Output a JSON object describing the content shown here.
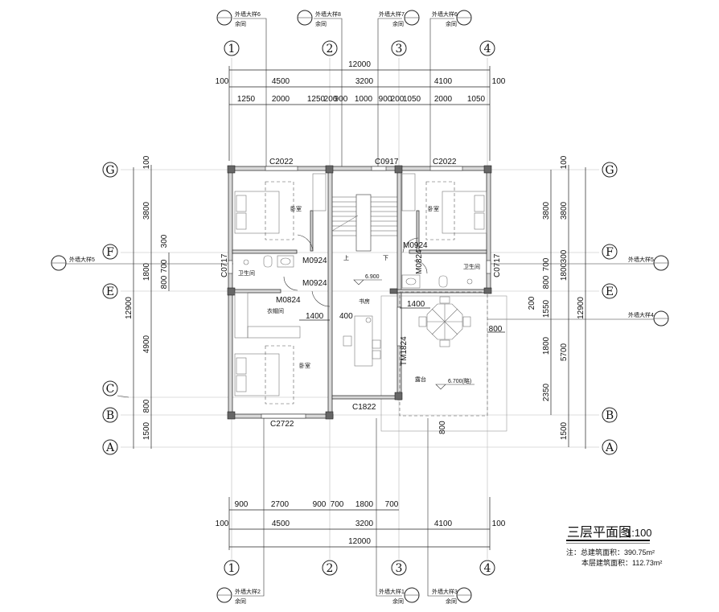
{
  "axes": {
    "columns": [
      "1",
      "2",
      "3",
      "4"
    ],
    "rows": [
      "G",
      "F",
      "E",
      "C",
      "B",
      "A"
    ]
  },
  "top_dims": {
    "overall": "12000",
    "axis": [
      "100",
      "4500",
      "3200",
      "4100",
      "100"
    ],
    "detail": [
      "1250",
      "2000",
      "1250",
      "200",
      "900",
      "1000",
      "900",
      "200",
      "1050",
      "2000",
      "1050"
    ]
  },
  "bottom_dims": {
    "overall": "12000",
    "axis": [
      "100",
      "4500",
      "3200",
      "4100",
      "100"
    ],
    "detail": [
      "900",
      "2700",
      "900",
      "700",
      "1800",
      "700"
    ]
  },
  "left_dims": {
    "overall": "12900",
    "axis": [
      "100",
      "3800",
      "1800",
      "4900",
      "800",
      "1500"
    ],
    "detail": [
      "300",
      "700",
      "800"
    ]
  },
  "right_dims": {
    "overall": "12900",
    "axis": [
      "100",
      "3800",
      "1800",
      "5700",
      "1500"
    ],
    "detail": [
      "3800",
      "300",
      "700",
      "800",
      "200",
      "1550",
      "1800",
      "2350"
    ],
    "terrace": "800"
  },
  "rooms": {
    "bedroom": "卧室",
    "bathroom": "卫生间",
    "closet": "衣帽间",
    "study": "书房",
    "terrace": "露台"
  },
  "openings": {
    "c2022": "C2022",
    "c0917": "C0917",
    "c0717": "C0717",
    "m0924": "M0924",
    "m0824": "M0824",
    "tm1824": "TM1824",
    "c1822": "C1822",
    "c2722": "C2722",
    "d1400": "1400",
    "d400": "400",
    "d800": "800"
  },
  "stairs": {
    "up": "上",
    "down": "下"
  },
  "elevations": {
    "floor": "6.900",
    "terrace": "6.700(略)"
  },
  "callouts": {
    "top": [
      "外墙大样6",
      "外墙大样8",
      "外墙大样7",
      "外墙大样6"
    ],
    "same": "余同",
    "bottom": [
      "外墙大样2",
      "外墙大样1",
      "外墙大样3"
    ],
    "left": "外墙大样5",
    "right": [
      "外墙大样5",
      "外墙大样4"
    ],
    "mark": "—"
  },
  "title": {
    "name": "三层平面图",
    "scale": "1:100",
    "note_total": "注：总建筑面积：390.75m²",
    "note_floor": "本层建筑面积：112.73m²"
  }
}
